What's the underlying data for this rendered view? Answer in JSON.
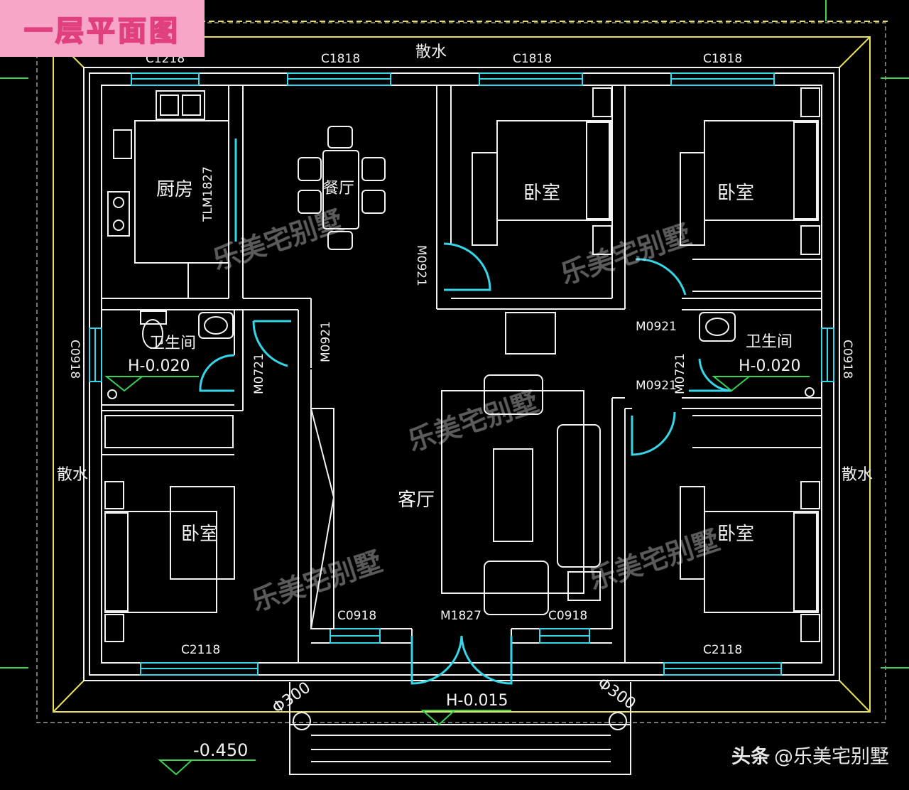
{
  "title": "一层平面图",
  "watermark": "乐美宅别墅",
  "credit": {
    "platform": "头条",
    "account": "@乐美宅别墅"
  },
  "rooms": {
    "kitchen": "厨房",
    "dining": "餐厅",
    "bedroom_nw": "卧室",
    "bedroom_ne": "卧室",
    "bath_w": "卫生间",
    "bath_e": "卫生间",
    "living": "客厅",
    "bedroom_sw": "卧室",
    "bedroom_se": "卧室"
  },
  "labels": {
    "apron_top": "散水",
    "apron_left": "散水",
    "apron_right": "散水",
    "win_c1218": "C1218",
    "win_c1818_a": "C1818",
    "win_c1818_b": "C1818",
    "win_c1818_c": "C1818",
    "door_tlm1827": "TLM1827",
    "door_m0921_a": "M0921",
    "door_m0921_b": "M0921",
    "door_m0921_c": "M0921",
    "door_m0921_d": "M0921",
    "door_m0721_w": "M0721",
    "door_m0721_e": "M0721",
    "win_c0918_w": "C0918",
    "win_c0918_e": "C0918",
    "win_c0918_s1": "C0918",
    "win_c0918_s2": "C0918",
    "door_m1827": "M1827",
    "win_c2118_w": "C2118",
    "win_c2118_e": "C2118",
    "col_l": "Φ300",
    "col_r": "Φ300"
  },
  "elevations": {
    "bath_w": "H-0.020",
    "bath_e": "H-0.020",
    "entry": "H-0.015",
    "ground": "-0.450"
  },
  "colors": {
    "background": "#000000",
    "wall": "#f2f2f2",
    "window": "#35d6e8",
    "door": "#35d6e8",
    "dim": "#e9e05a",
    "axis": "#39d354",
    "badge": "#f7a6c8"
  }
}
